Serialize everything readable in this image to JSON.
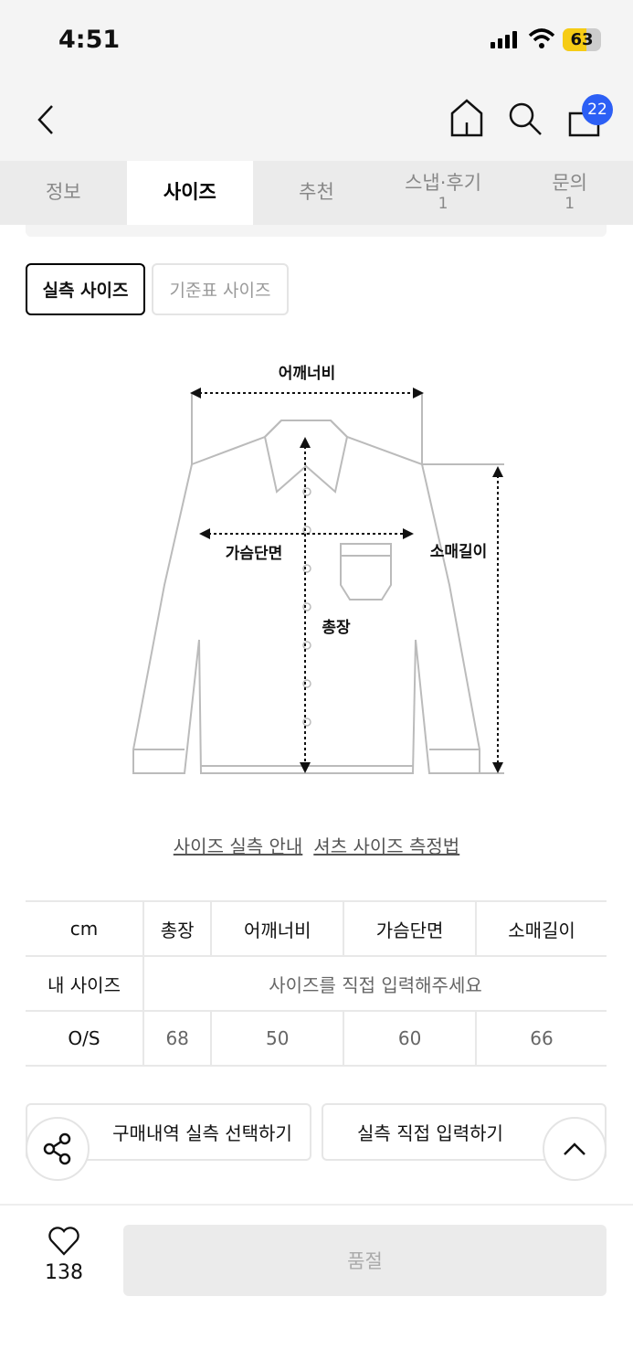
{
  "status": {
    "time": "4:51",
    "battery": "63",
    "battery_level": 63,
    "battery_color": "#f6cc15"
  },
  "nav": {
    "back_icon": "chevron-left-icon",
    "home_icon": "home-icon",
    "search_icon": "search-icon",
    "bag_icon": "shopping-bag-icon",
    "cart_count": "22",
    "badge_color": "#2c5ff5"
  },
  "tabs": [
    {
      "label": "정보"
    },
    {
      "label": "사이즈",
      "active": true
    },
    {
      "label": "추천"
    },
    {
      "label": "스냅·후기",
      "count": "1"
    },
    {
      "label": "문의",
      "count": "1"
    }
  ],
  "size_toggle": {
    "actual": "실측 사이즈",
    "standard": "기준표 사이즈"
  },
  "diagram": {
    "shoulder": "어깨너비",
    "chest": "가슴단면",
    "length": "총장",
    "sleeve": "소매길이"
  },
  "links": {
    "guide": "사이즈 실측 안내",
    "method": "셔츠 사이즈 측정법"
  },
  "table": {
    "headers": [
      "cm",
      "총장",
      "어깨너비",
      "가슴단면",
      "소매길이"
    ],
    "my_size_label": "내 사이즈",
    "my_size_placeholder": "사이즈를 직접 입력해주세요",
    "rows": [
      {
        "size": "O/S",
        "values": [
          "68",
          "50",
          "60",
          "66"
        ]
      }
    ]
  },
  "actions": {
    "purchase_history": "구매내역 실측 선택하기",
    "direct_input": "실측 직접 입력하기"
  },
  "bottom": {
    "likes": "138",
    "soldout": "품절"
  }
}
